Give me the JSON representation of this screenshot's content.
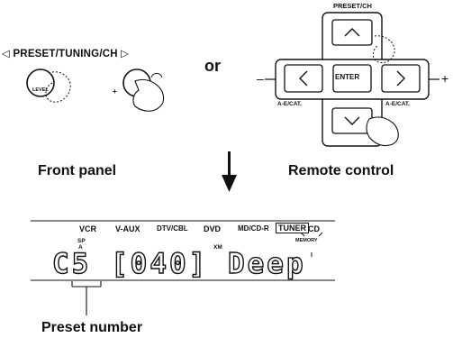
{
  "front_panel": {
    "header": "◁ PRESET/TUNING/CH ▷",
    "level_label": "LEVEL",
    "plus_label": "+",
    "caption": "Front panel"
  },
  "or_text": "or",
  "remote": {
    "top_label": "PRESET/CH",
    "enter_label": "ENTER",
    "left_label": "A-E/CAT.",
    "right_label": "A-E/CAT.",
    "minus_label": "–",
    "plus_label": "+",
    "caption": "Remote control"
  },
  "display": {
    "inputs": [
      "VCR",
      "V-AUX",
      "DTV/CBL",
      "DVD",
      "MD/CD-R",
      "TUNER",
      "CD"
    ],
    "active_input": "TUNER",
    "sp_label": "SP",
    "a_label": "A",
    "xm_label": "XM",
    "memory_label": "MEMORY",
    "segment_text": "C5 [040] Deep",
    "callout": "Preset number"
  },
  "colors": {
    "ink": "#111111",
    "background": "#ffffff"
  }
}
